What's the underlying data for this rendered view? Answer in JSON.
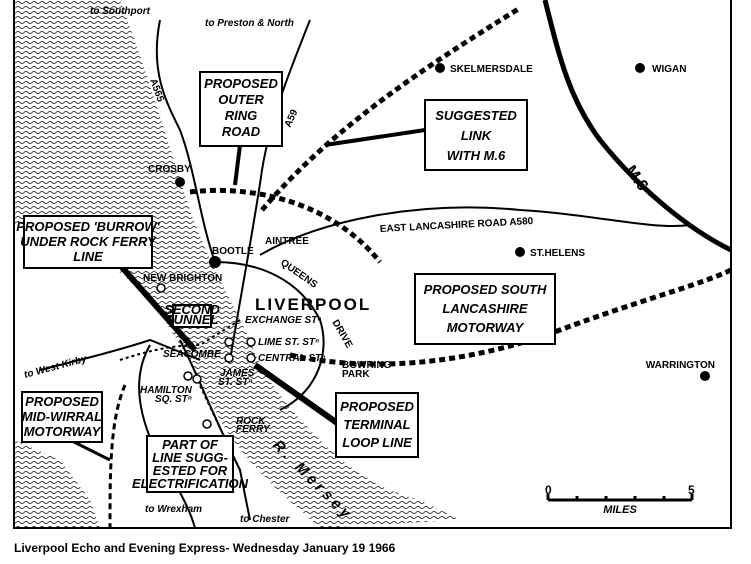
{
  "map": {
    "places": {
      "southport": "to Southport",
      "preston": "to Preston & North",
      "a565": "A565",
      "a59": "A59",
      "skelmersdale": "SKELMERSDALE",
      "wigan": "WIGAN",
      "m6": "M.6",
      "crosby": "CROSBY",
      "east_lancs": "EAST LANCASHIRE ROAD  A580",
      "st_helens": "ST.HELENS",
      "aintree": "AINTREE",
      "bootle": "BOOTLE",
      "queens": "QUEENS",
      "drive": "DRIVE",
      "liverpool": "LIVERPOOL",
      "new_brighton": "NEW BRIGHTON",
      "exchange": "EXCHANGE STⁿ",
      "lime": "LIME ST. STⁿ",
      "central": "CENTRAL STⁿ",
      "seacombe": "SEACOMBE",
      "west_kirby": "to West Kirby",
      "bowring": "BOWRING",
      "park": "PARK",
      "hamilton": "HAMILTON",
      "hamilton2": "SQ. STⁿ",
      "james": "JAMES",
      "james2": "ST. STⁿ",
      "rock_ferry": "ROCK",
      "rock_ferry2": "FERRY",
      "warrington": "WARRINGTON",
      "mersey": "R. Mersey",
      "wrexham": "to Wrexham",
      "chester": "to Chester"
    },
    "callouts": {
      "outer_ring": [
        "PROPOSED",
        "OUTER",
        "RING",
        "ROAD"
      ],
      "link_m6": [
        "SUGGESTED",
        "LINK",
        "WITH M.6"
      ],
      "burrow": [
        "PROPOSED 'BURROW'",
        "UNDER ROCK FERRY",
        "LINE"
      ],
      "second_tunnel": [
        "SECOND",
        "TUNNEL"
      ],
      "south_lancs": [
        "PROPOSED SOUTH",
        "LANCASHIRE",
        "MOTORWAY"
      ],
      "terminal": [
        "PROPOSED",
        "TERMINAL",
        "LOOP LINE"
      ],
      "mid_wirral": [
        "PROPOSED",
        "MID-WIRRAL",
        "MOTORWAY"
      ],
      "electrification": [
        "PART OF",
        "LINE SUGG-",
        "ESTED FOR",
        "ELECTRIFICATION"
      ]
    },
    "scale": {
      "start": "0",
      "end": "5",
      "unit": "MILES"
    }
  },
  "caption": "Liverpool Echo and Evening Express- Wednesday January 19 1966"
}
